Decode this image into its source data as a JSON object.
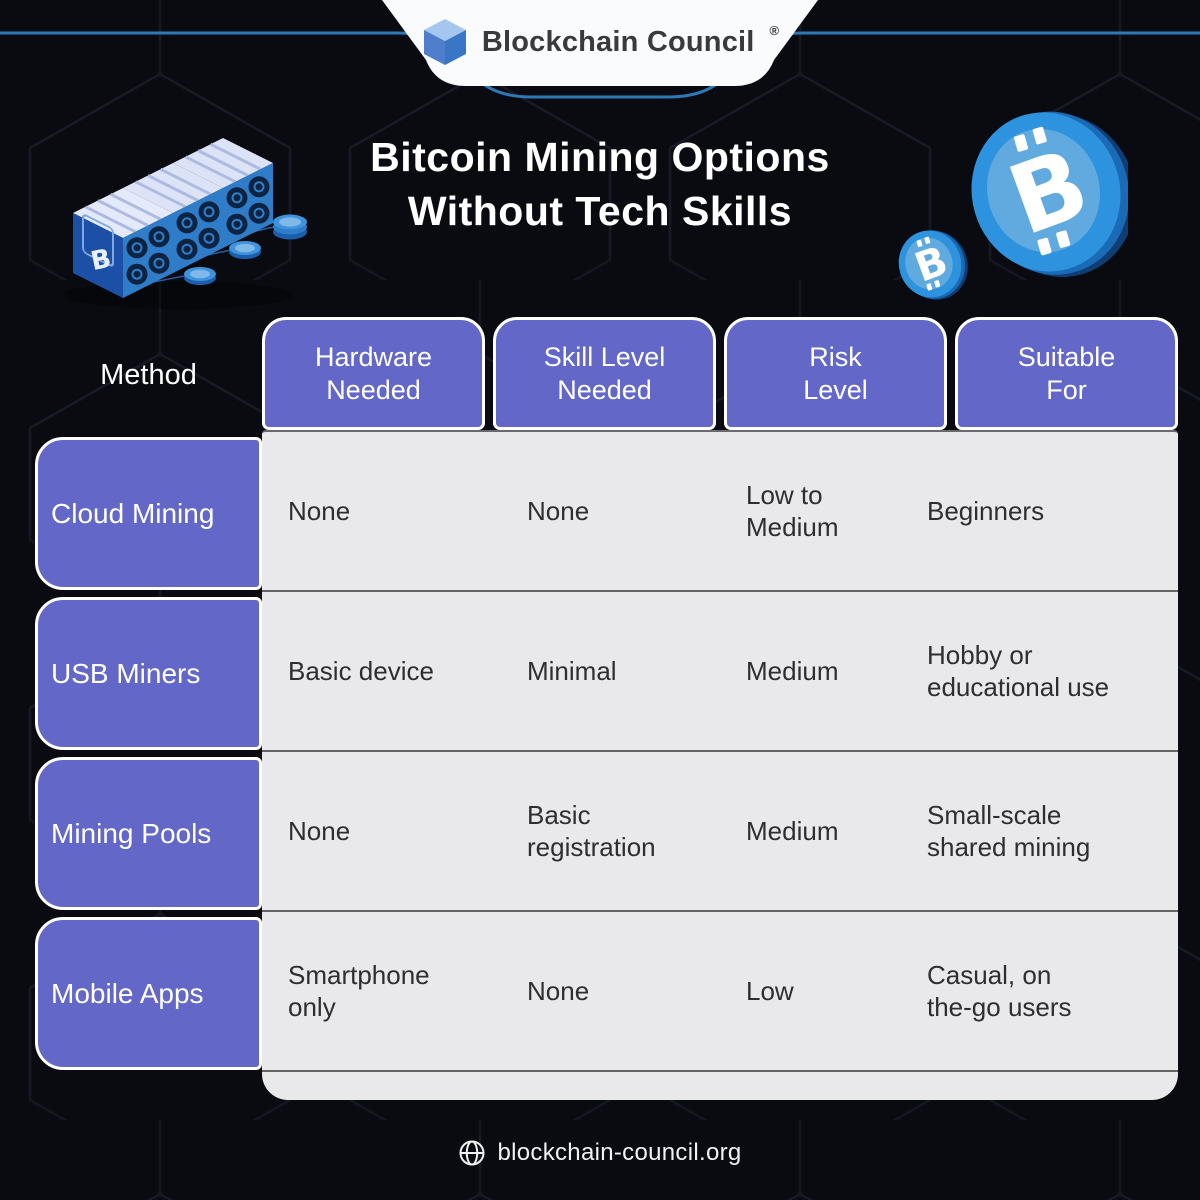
{
  "brand": {
    "name": "Blockchain Council",
    "registered_mark": "®"
  },
  "header": {
    "title_line1": "Bitcoin Mining Options",
    "title_line2": "Without Tech Skills"
  },
  "table": {
    "method_label": "Method",
    "columns": [
      "Hardware\nNeeded",
      "Skill Level\nNeeded",
      "Risk\nLevel",
      "Suitable\nFor"
    ],
    "rows": [
      {
        "method": "Cloud Mining",
        "hardware": "None",
        "skill": "None",
        "risk": "Low to\nMedium",
        "suitable": "Beginners"
      },
      {
        "method": "USB Miners",
        "hardware": "Basic device",
        "skill": "Minimal",
        "risk": "Medium",
        "suitable": "Hobby or\neducational use"
      },
      {
        "method": "Mining Pools",
        "hardware": "None",
        "skill": "Basic\nregistration",
        "risk": "Medium",
        "suitable": "Small-scale\nshared mining"
      },
      {
        "method": "Mobile Apps",
        "hardware": "Smartphone\nonly",
        "skill": "None",
        "risk": "Low",
        "suitable": "Casual, on\nthe-go users"
      }
    ]
  },
  "footer": {
    "website": "blockchain-council.org"
  },
  "icons": {
    "logo": "blockchain-cube-icon",
    "left_art": "mining-rig-illustration",
    "right_art": "bitcoin-coins-illustration",
    "footer": "globe-icon"
  },
  "colors": {
    "background": "#0a0b10",
    "pill_purple": "#6367C8",
    "accent_line_blue": "#2F7FC1",
    "panel_gray": "#E9E9EB",
    "coin_blue": "#2E93DE",
    "banner_white": "#FAFBFD"
  }
}
